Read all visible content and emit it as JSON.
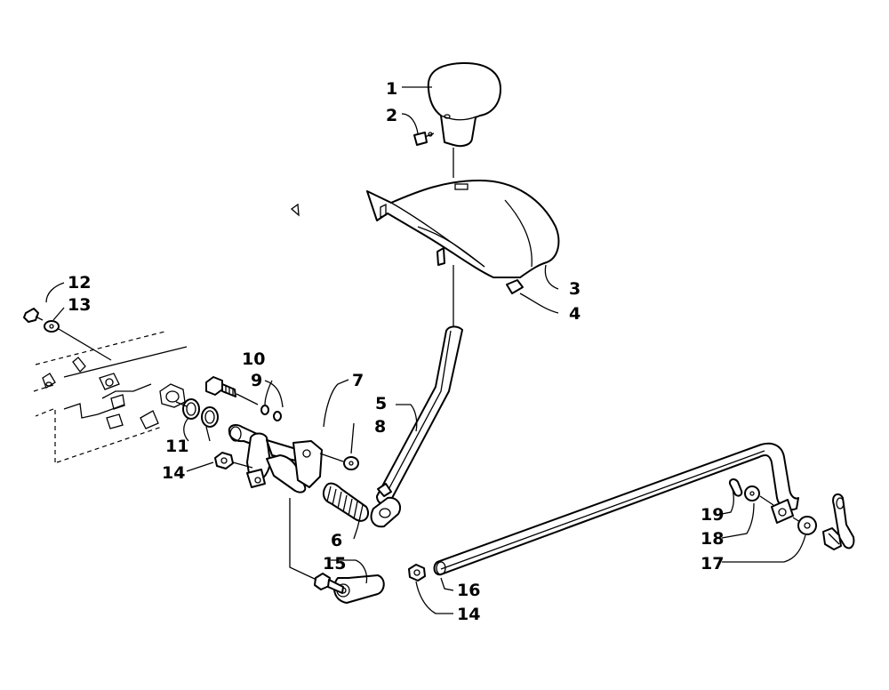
{
  "callouts": {
    "c1": "1",
    "c2": "2",
    "c3": "3",
    "c4": "4",
    "c5": "5",
    "c6": "6",
    "c7": "7",
    "c8": "8",
    "c9": "9",
    "c10": "10",
    "c11": "11",
    "c12": "12",
    "c13": "13",
    "c14a": "14",
    "c14b": "14",
    "c15": "15",
    "c16": "16",
    "c17": "17",
    "c18": "18",
    "c19": "19"
  }
}
